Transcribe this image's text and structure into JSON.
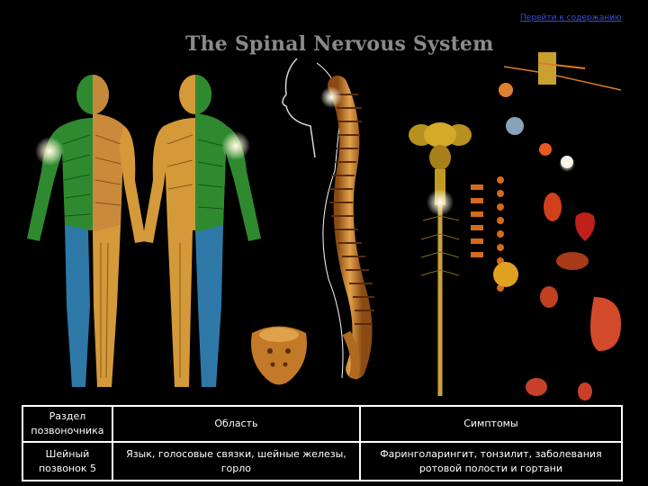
{
  "nav": {
    "link_label": "Перейти к содержанию"
  },
  "poster": {
    "title": "The Spinal Nervous System"
  },
  "table": {
    "headers": [
      "Раздел позвоночника",
      "Область",
      "Симптомы"
    ],
    "rows": [
      [
        "Шейный позвонок 5",
        "Язык, голосовые связки, шейные железы, горло",
        "Фаринголарингит, тонзилит, заболевания ротовой полости и гортани"
      ]
    ]
  },
  "colors": {
    "background": "#000000",
    "link": "#3a50d8",
    "bone": "#d49a3a",
    "dermatome_green": "#2f8a2f",
    "dermatome_blue": "#2e78a8",
    "glow": "#ffffff"
  }
}
